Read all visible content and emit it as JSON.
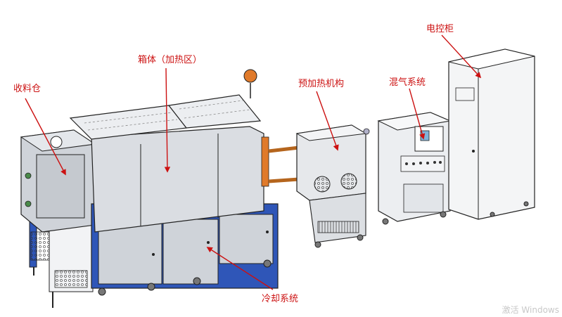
{
  "labels": {
    "collector": "收料仓",
    "furnace": "箱体（加热区）",
    "preheat": "预加热机构",
    "gas_mixing": "混气系统",
    "control_cabinet": "电控柜",
    "cooling": "冷却系统"
  },
  "watermark": "激活 Windows",
  "colors": {
    "annotation": "#cc1111",
    "frame_blue": "#2f56b8",
    "body_gray": "#cfd3d9",
    "line": "#222222"
  }
}
